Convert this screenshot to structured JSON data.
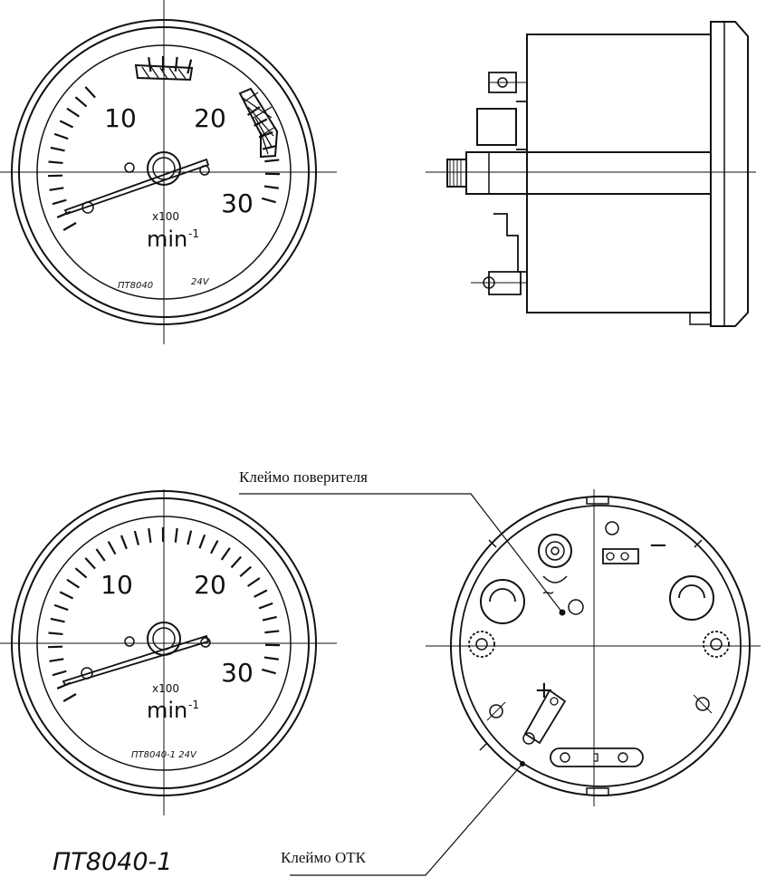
{
  "gauge_top": {
    "scale_labels": [
      "10",
      "20",
      "30"
    ],
    "multiplier": "x100",
    "unit": "min",
    "unit_exp": "-1",
    "marking_model": "ПТ8040",
    "marking_voltage": "24V"
  },
  "gauge_bottom": {
    "scale_labels": [
      "10",
      "20",
      "30"
    ],
    "multiplier": "x100",
    "unit": "min",
    "unit_exp": "-1",
    "marking": "ПТ8040-1 24V"
  },
  "rear_view": {
    "terminal_minus": "−",
    "terminal_plus": "+",
    "tilde": "~"
  },
  "callouts": {
    "verifier_stamp": "Клеймо поверителя",
    "qc_stamp": "Клеймо ОТК"
  },
  "model_caption": "ПТ8040-1"
}
